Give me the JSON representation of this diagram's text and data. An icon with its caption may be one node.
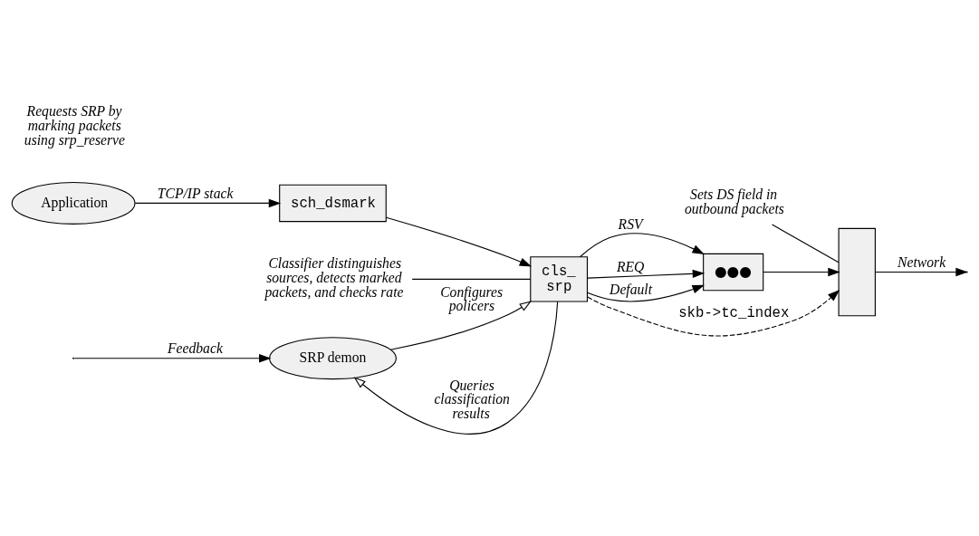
{
  "diagram": {
    "nodes": [
      {
        "text": [
          "SRP demon"
        ]
      },
      {
        "text": [
          "Application"
        ]
      },
      {
        "text": [
          "sch_dsmark"
        ]
      },
      {
        "text": [
          "cls_ srp"
        ]
      },
      {
        "text": [
          "●●●"
        ]
      },
      {
        "text": [],
        "shape": "box"
      },
      {
        "text": [
          "Classifier distinguishes sources, detects marked packets, and checks rate"
        ]
      },
      {
        "text": [
          "Sets DS field in outbound packets"
        ]
      }
    ],
    "edges": [
      {
        "from": null,
        "to": 0,
        "arrow": "to",
        "label": "Feedback"
      },
      {
        "from": 3,
        "to": 0,
        "arrow": "to",
        "label": "Queries classification results"
      },
      {
        "from": 0,
        "to": 3,
        "arrow": "to",
        "label": "Configures policers"
      },
      {
        "from": 1,
        "to": 2,
        "arrow": "to",
        "label": "TCP/IP stack"
      },
      {
        "from": 2,
        "to": 3,
        "arrow": "to"
      },
      {
        "from": 3,
        "to": 4,
        "arrow": "to",
        "label": "RSV"
      },
      {
        "from": 3,
        "to": 4,
        "arrow": "to",
        "label": "REQ"
      },
      {
        "from": 3,
        "to": 4,
        "arrow": "to",
        "label": "Default"
      },
      {
        "from": 3,
        "to": 5,
        "arrow": "to",
        "label": "skb->tc_index",
        "style": "dashed"
      },
      {
        "from": 4,
        "to": 5,
        "arrow": "to"
      },
      {
        "from": 5,
        "to": null,
        "arrow": "to",
        "label": "Network"
      },
      {
        "from": 6,
        "to": 3,
        "arrow": "none"
      },
      {
        "from": 7,
        "to": 5,
        "arrow": "none"
      }
    ],
    "labels": [
      "Requests SRP by marking packets using srp_reserve"
    ]
  }
}
